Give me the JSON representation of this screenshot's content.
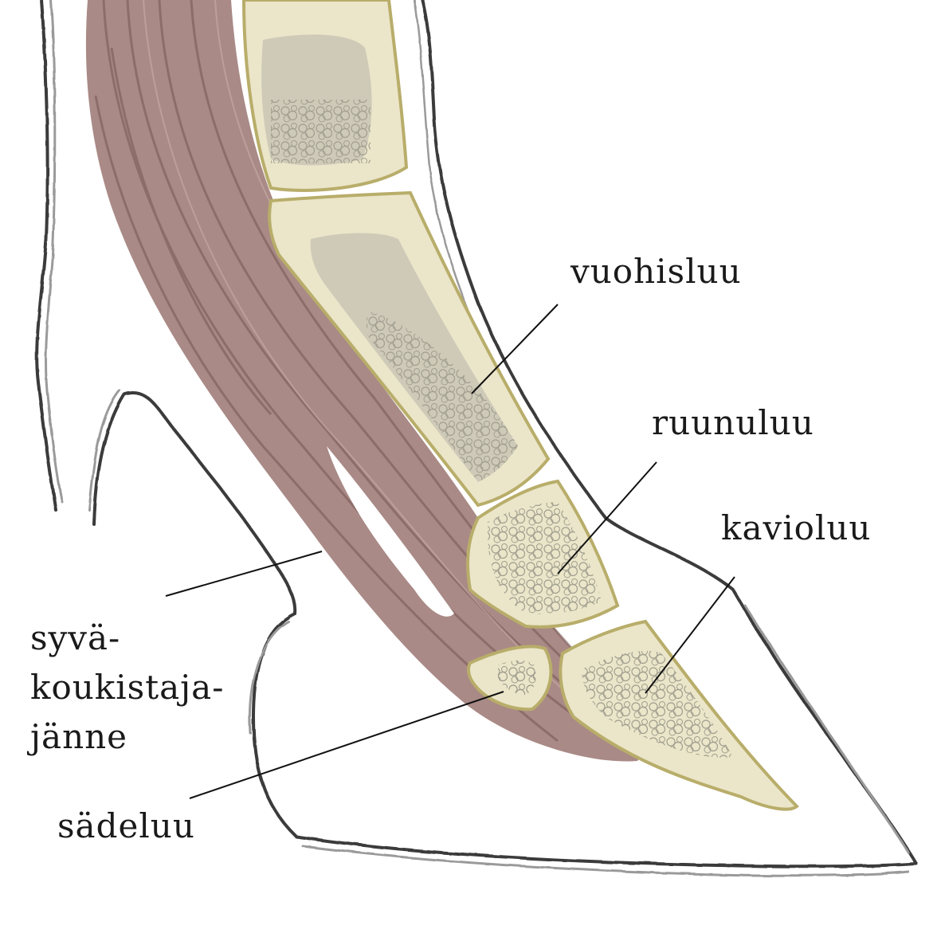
{
  "labels": {
    "vuohisluu": "vuohisluu",
    "ruunuluu": "ruunuluu",
    "kavioluu": "kavioluu",
    "syva_lines": [
      "syvä-",
      "koukistaja-",
      "jänne"
    ],
    "sadeluu": "sädeluu"
  },
  "colors": {
    "outline": "#3a3a3a",
    "outline_grey": "#9a9a9a",
    "tendon": "#a98a86",
    "tendon_dark": "#7f5f5c",
    "bone_fill": "#ebe6c9",
    "bone_edge": "#b8ad6a",
    "marrow": "#cfcab8",
    "spongy": "#9c9a8c",
    "leader": "#111111"
  }
}
